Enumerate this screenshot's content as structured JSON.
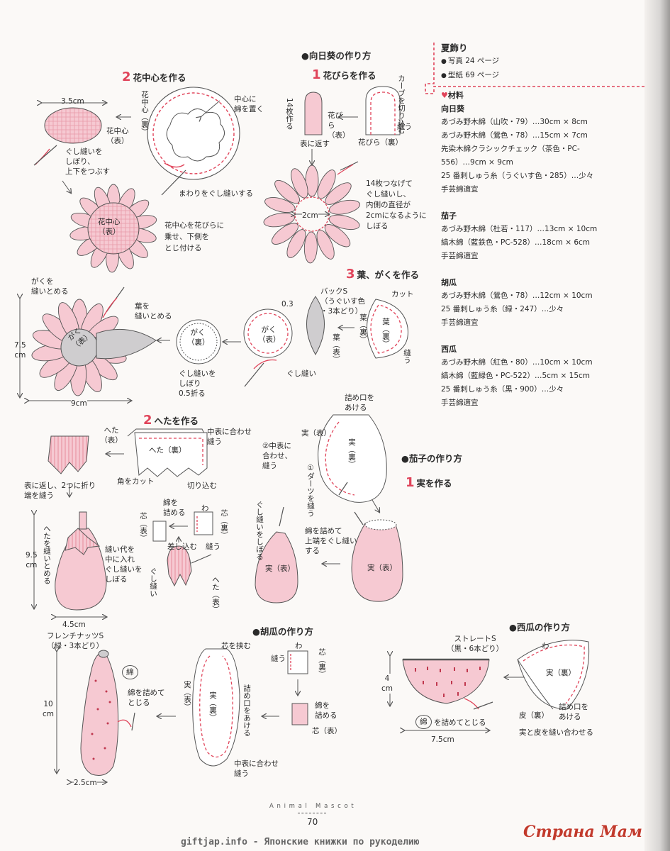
{
  "decor": {
    "pink": "#e0445a",
    "fill_pink": "#f6c9d2",
    "fill_gray": "#cfcdcf",
    "arrow_gray": "#555555"
  },
  "sunflower": {
    "title": "●向日葵の作り方",
    "step1": {
      "num": "1",
      "title": "花びらを作る"
    },
    "step2": {
      "num": "2",
      "title": "花中心を作る"
    },
    "step3": {
      "num": "3",
      "title": "葉、がくを作る"
    },
    "labels": {
      "dim_35": "3.5cm",
      "flower_center_back": "花中心（裏）",
      "flower_center_front": "花中心（表）",
      "put_cotton": [
        "中心に",
        "綿を置く"
      ],
      "gather_stitch": [
        "ぐし縫いを",
        "しぼり、",
        "上下をつぶす"
      ],
      "gather_around": "まわりをぐし縫いする",
      "flower_center_badge": [
        "花中心",
        "（表）"
      ],
      "attach_center": [
        "花中心を花びらに",
        "乗せ、下側を",
        "とじ付ける"
      ],
      "cut_curve": "カーブを切り込む",
      "make14": "14枚作る",
      "petal_front": "花びら（表）",
      "petal_back": "花びら（裏）",
      "sew": "縫う",
      "turn_out": "表に返す",
      "connect14": [
        "14枚つなげて",
        "ぐし縫いし、",
        "内側の直径が",
        "2cmになるように",
        "しぼる"
      ],
      "dim_2": "2cm",
      "calyx_sew": [
        "がくを",
        "縫いとめる"
      ],
      "leaf_sew": [
        "葉を",
        "縫いとめる"
      ],
      "calyx_front": "がく（表）",
      "dim_75": "7.5",
      "dim_75_unit": "cm",
      "dim_9": "9cm",
      "calyx_back": "がく（裏）",
      "gather_fold": [
        "ぐし縫いを",
        "しぼり",
        "0.5折る"
      ],
      "calyx_front2": "がく（表）",
      "dim_03": "0.3",
      "gather": "ぐし縫い",
      "back_s": [
        "バックS",
        "（うぐいす色",
        "・3本どり）"
      ],
      "leaf_front": "葉（表）",
      "leaf_back": "葉（裏）",
      "leaf_back2": "葉（裏）",
      "cut": "カット",
      "sew2": "縫う"
    }
  },
  "eggplant": {
    "title": "●茄子の作り方",
    "step1": {
      "num": "1",
      "title": "実を作る"
    },
    "step2": {
      "num": "2",
      "title": "へたを作る"
    },
    "labels": {
      "calyx_front": "へた（表）",
      "calyx_back_center": "へた（裏）",
      "align_sew": [
        "中表に合わせ",
        "縫う"
      ],
      "cut_corner": "角をカット",
      "snip": "切り込む",
      "turn_fold": [
        "表に返し、2つに折り",
        "端を縫う"
      ],
      "stuff_cotton": [
        "綿を",
        "詰める"
      ],
      "wa": "わ",
      "core_front": "芯（表）",
      "core_back": "芯（裏）",
      "sew": "縫う",
      "insert": "差し込む",
      "gather": "ぐし縫い",
      "calyx_front2": "へた（表）",
      "sew_calyx": "へたを縫いとめる",
      "dim_95": "9.5",
      "dim_95_unit": "cm",
      "tuck_gather": [
        "縫い代を",
        "中に入れ",
        "ぐし縫いを",
        "しぼる"
      ],
      "dim_45": "4.5cm",
      "gather_squeeze": "ぐし縫いをしぼる",
      "body_front": "実（表）",
      "body_front2": "実（表）",
      "stuff_gather": [
        "綿を詰めて",
        "上端をぐし縫い",
        "する"
      ],
      "stuffing_opening": [
        "詰め口を",
        "あける"
      ],
      "body_front3": "実（表）",
      "body_back": "実（裏）",
      "align2": [
        "②中表に",
        "合わせ、",
        "縫う"
      ],
      "dart": "①ダーツを縫う"
    }
  },
  "cucumber": {
    "title": "●胡瓜の作り方",
    "labels": {
      "french_knots": [
        "フレンチナッツS",
        "（緑・3本どり）"
      ],
      "cotton_badge": "綿",
      "stuff_close": [
        "綿を詰めて",
        "とじる"
      ],
      "dim_10": "10",
      "dim_10_unit": "cm",
      "dim_25": "2.5cm",
      "sandwich_core": "芯を挟む",
      "body_front": "実（表）",
      "body_back": "実（裏）",
      "stuffing_opening": "詰め口をあける",
      "align_sew": [
        "中表に合わせ",
        "縫う"
      ],
      "wa": "わ",
      "sew": "縫う",
      "core_back": "芯（裏）",
      "stuff_cotton": [
        "綿を",
        "詰める"
      ],
      "core_front": "芯（表）"
    }
  },
  "watermelon": {
    "title": "●西瓜の作り方",
    "labels": {
      "straight_s": [
        "ストレートS",
        "（黒・6本どり）"
      ],
      "dim_4": "4",
      "dim_4_unit": "cm",
      "cotton_badge": "綿",
      "stuff_close": "を詰めてとじる",
      "dim_75": "7.5cm",
      "wa": "わ",
      "body_back": "実（裏）",
      "rind_back": "皮（裏）",
      "stuffing_opening": [
        "詰め口を",
        "あける"
      ],
      "sew_together": "実と皮を縫い合わせる"
    }
  },
  "sidebar": {
    "title": "夏飾り",
    "photo": "写真 24 ページ",
    "pattern": "型紙 69 ページ",
    "materials_heading": "材料",
    "groups": [
      {
        "name": "向日葵",
        "lines": [
          "あづみ野木綿（山吹・79）…30cm × 8cm",
          "あづみ野木綿（鶯色・78）…15cm × 7cm",
          "先染木綿クラシックチェック（茶色・PC-",
          "556）…9cm × 9cm",
          "25 番刺しゅう糸（うぐいす色・285）…少々",
          "手芸綿適宜"
        ]
      },
      {
        "name": "茄子",
        "lines": [
          "あづみ野木綿（杜若・117）…13cm × 10cm",
          "縞木綿（藍鉄色・PC-528）…18cm × 6cm",
          "手芸綿適宜"
        ]
      },
      {
        "name": "胡瓜",
        "lines": [
          "あづみ野木綿（鶯色・78）…12cm × 10cm",
          "25 番刺しゅう糸（緑・247）…少々",
          "手芸綿適宜"
        ]
      },
      {
        "name": "西瓜",
        "lines": [
          "あづみ野木綿（紅色・80）…10cm × 10cm",
          "縞木綿（藍緑色・PC-522）…5cm × 15cm",
          "25 番刺しゅう糸（黒・900）…少々",
          "手芸綿適宜"
        ]
      }
    ]
  },
  "footer": {
    "brand": "A n i m a l   M a s c o t",
    "page_number": "70",
    "watermark_left": "giftjap.info - Японские книжки по рукоделию",
    "watermark_right": "Страна Мам .ру"
  }
}
